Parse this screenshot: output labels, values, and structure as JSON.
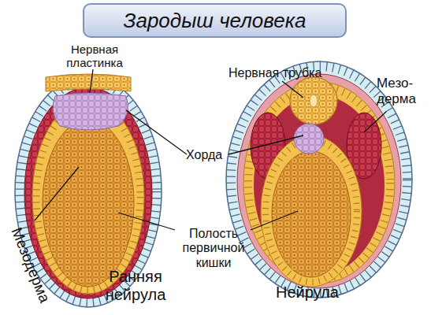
{
  "diagram": {
    "title": "Зародыш человека",
    "labels": [
      "Нервная пластинка",
      "Нервная трубка",
      "Мезо- дерма",
      "Хорда",
      "Полость первичной кишки",
      "Мезодерма",
      "Ранняя нейрула",
      "Нейрула"
    ]
  }
}
